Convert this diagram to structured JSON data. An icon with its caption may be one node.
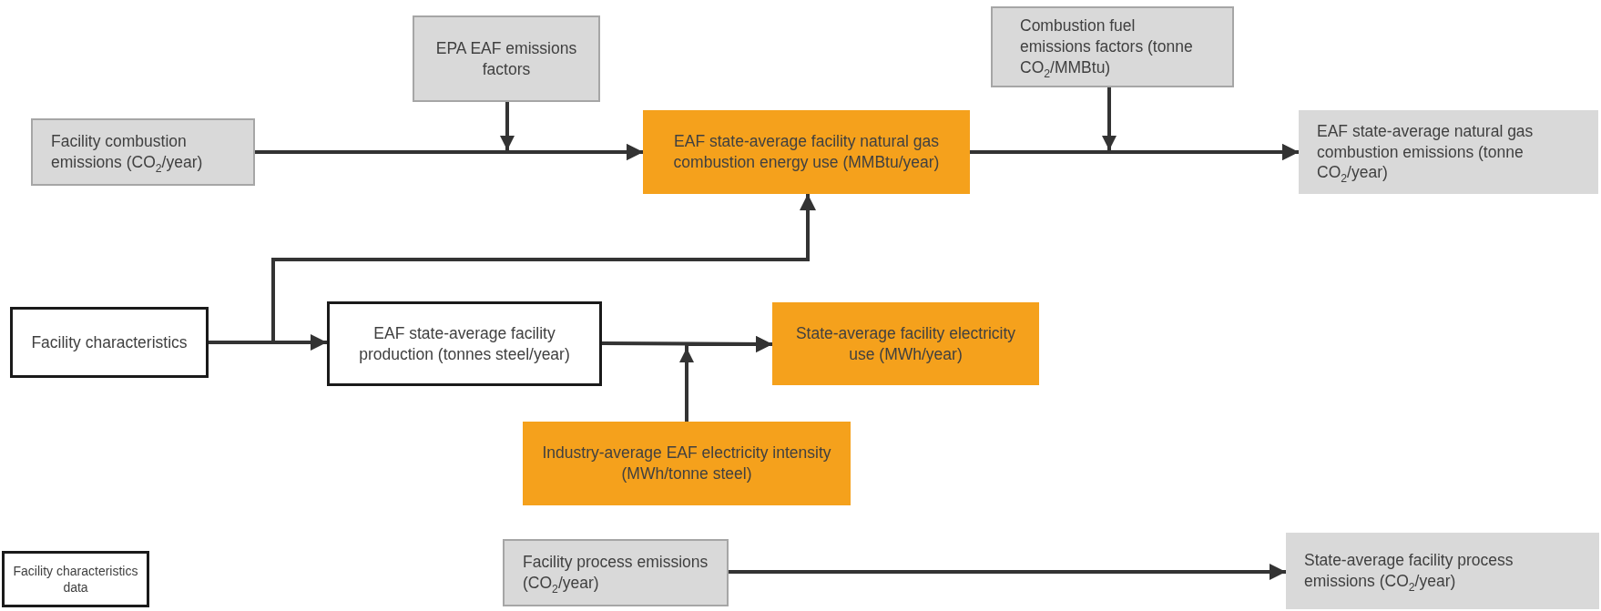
{
  "diagram": {
    "nodes": [
      {
        "text": [
          "EPA EAF emissions factors"
        ]
      },
      {
        "text": [
          "Combustion fuel emissions factors (tonne CO$_{2}$/MMBtu)"
        ]
      },
      {
        "text": [
          "Facility combustion emissions (CO$_{2}$/year)"
        ]
      },
      {
        "text": [
          "EAF state-average facility natural gas combustion energy use (MMBtu/year)"
        ]
      },
      {
        "text": [
          "EAF state-average natural gas combustion emissions (tonne CO$_{2}$/year)"
        ]
      },
      {
        "text": [
          "Facility characteristics"
        ]
      },
      {
        "text": [
          "EAF state-average facility production (tonnes steel/year)"
        ]
      },
      {
        "text": [
          "State-average facility electricity use (MWh/year)"
        ]
      },
      {
        "text": [
          "Industry-average EAF electricity intensity (MWh/tonne steel)"
        ]
      },
      {
        "text": [
          "Facility characteristics data"
        ]
      },
      {
        "text": [
          "Facility process emissions (CO$_{2}$/year)"
        ]
      },
      {
        "text": [
          "State-average facility process emissions (CO$_{2}$/year)"
        ]
      }
    ],
    "edges": [
      {
        "from": 2,
        "to": 3,
        "arrow": "to"
      },
      {
        "from": 0,
        "to": 3,
        "arrow": "to"
      },
      {
        "from": 1,
        "to": 4,
        "arrow": "to"
      },
      {
        "from": 3,
        "to": 4,
        "arrow": "to"
      },
      {
        "from": 5,
        "to": 6,
        "arrow": "to"
      },
      {
        "from": 5,
        "to": 3,
        "arrow": "to"
      },
      {
        "from": 6,
        "to": 7,
        "arrow": "to"
      },
      {
        "from": 8,
        "to": 7,
        "arrow": "to"
      },
      {
        "from": 10,
        "to": 11,
        "arrow": "to"
      }
    ]
  }
}
